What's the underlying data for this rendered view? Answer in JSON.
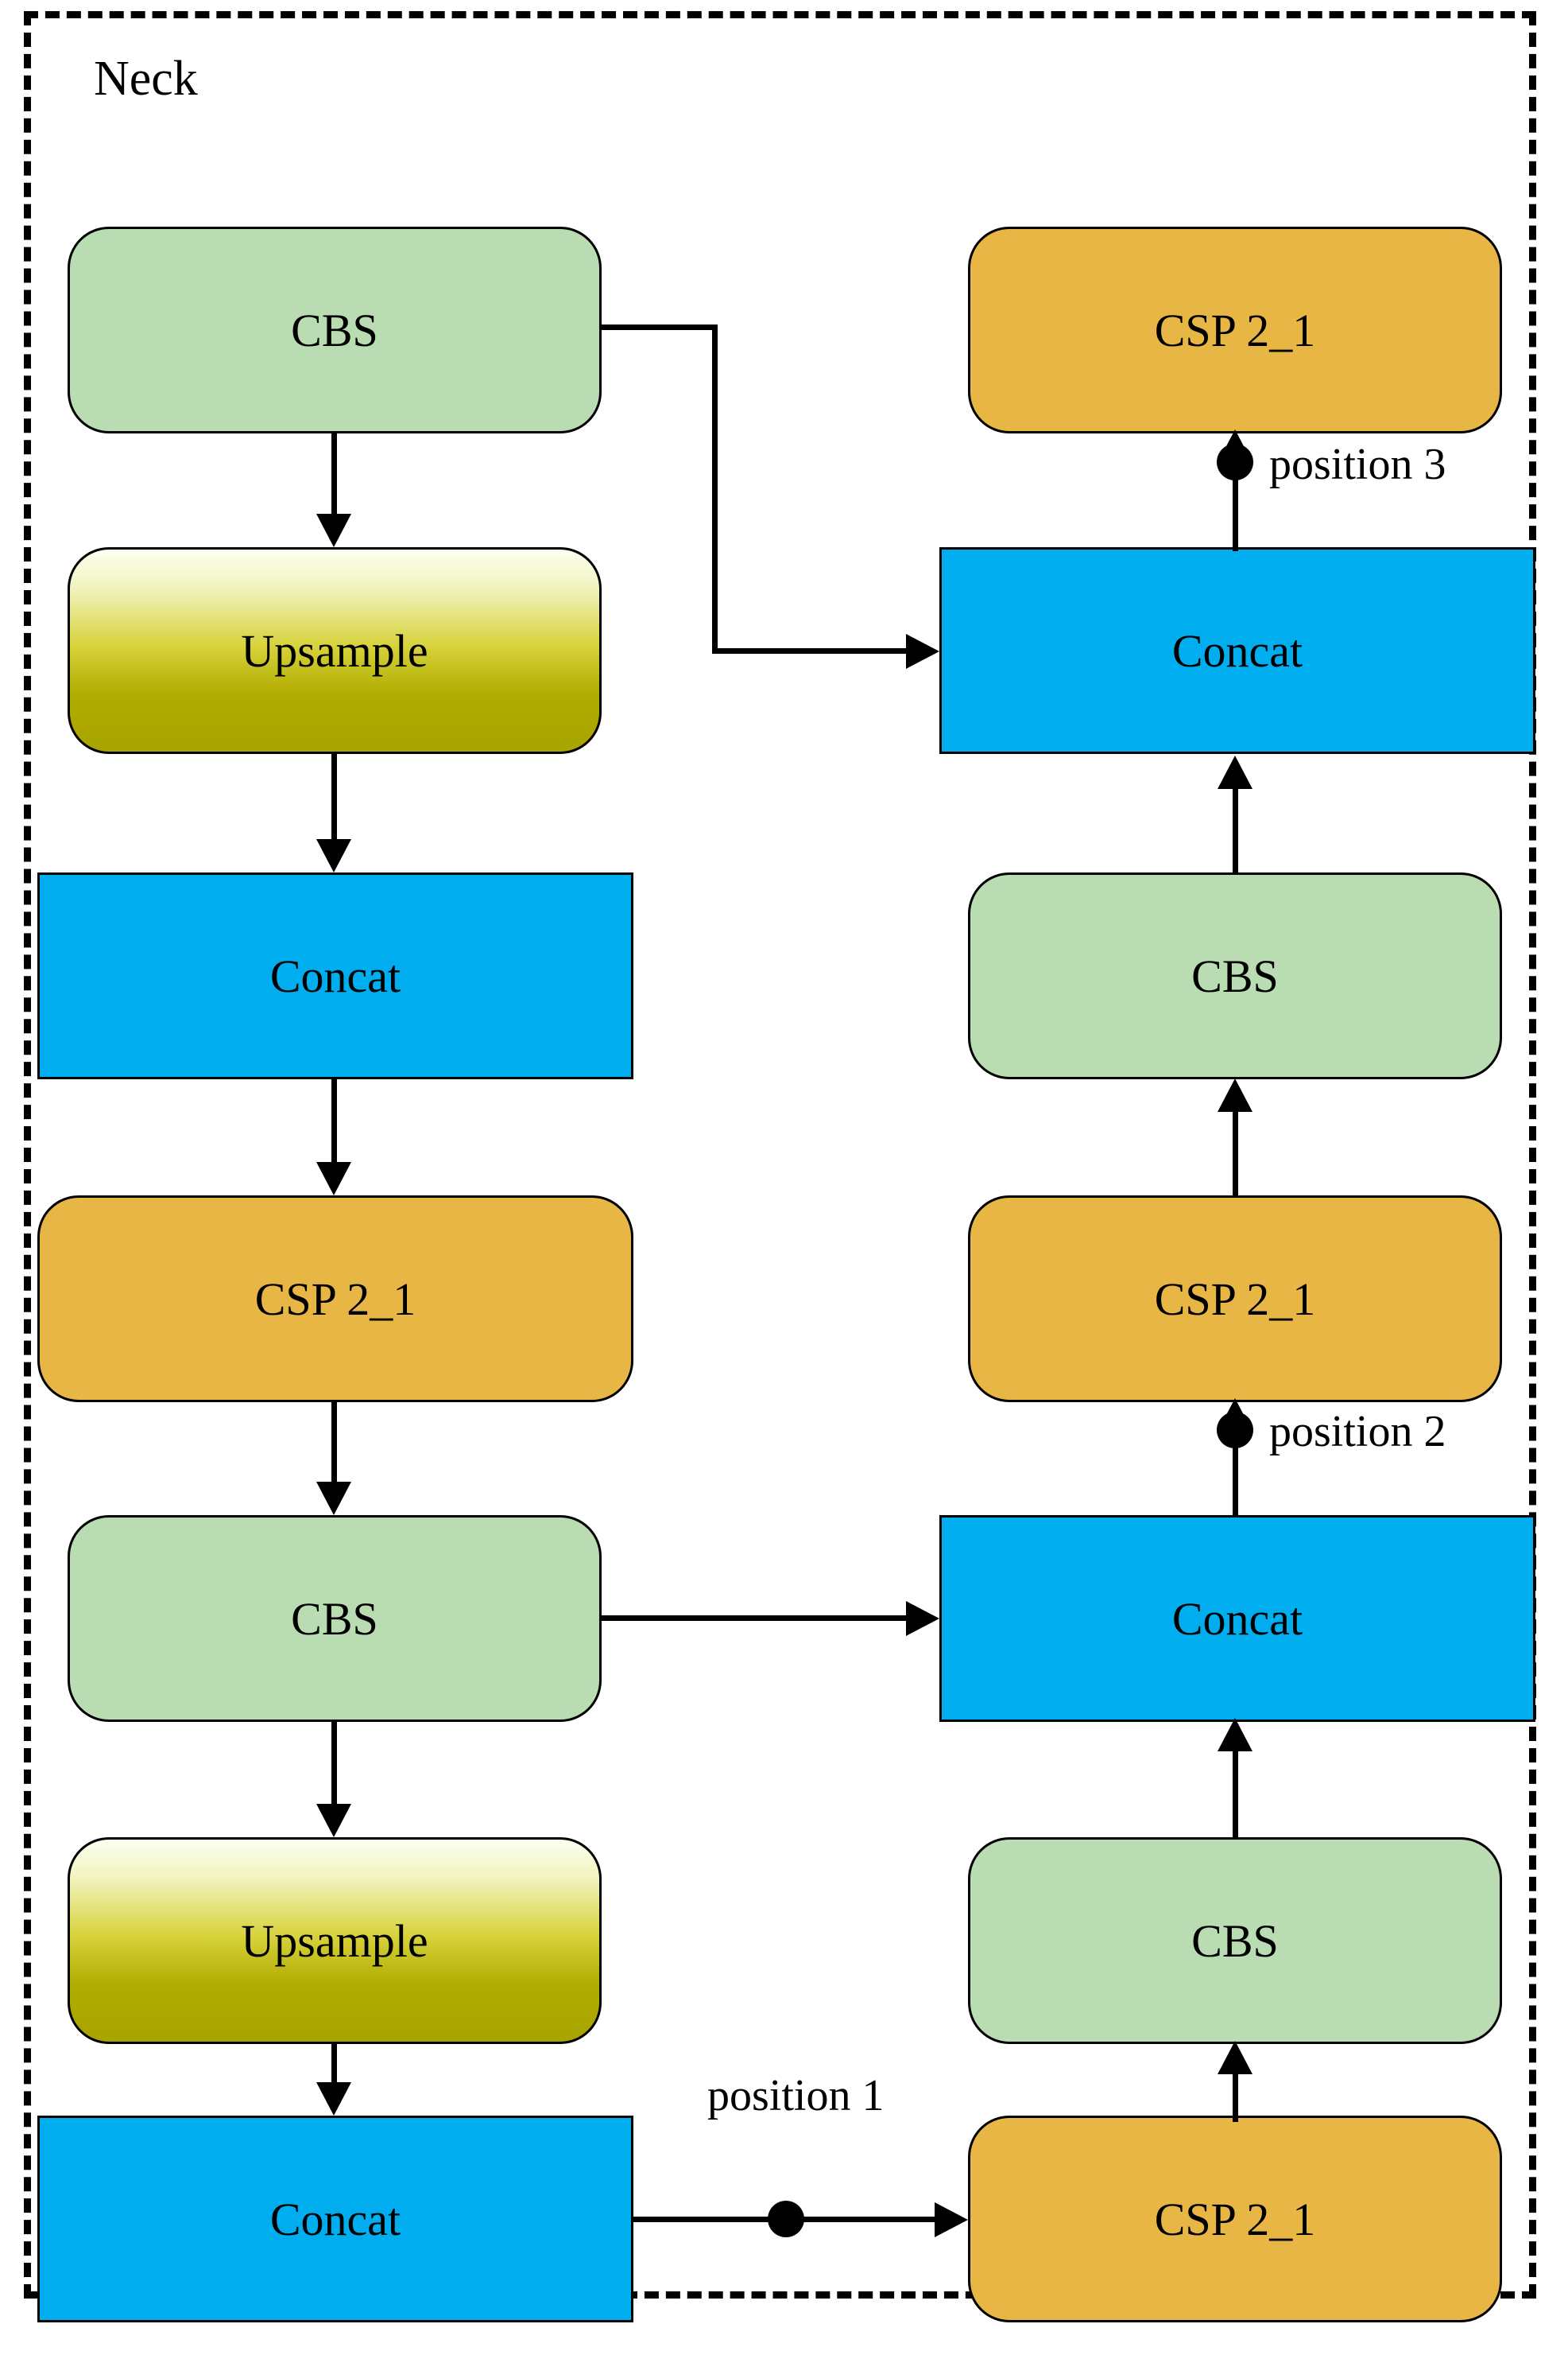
{
  "diagram": {
    "title": "Neck",
    "type": "neural-network-architecture-flowchart",
    "colors": {
      "cbs": "#b9dcb2",
      "csp": "#e8b645",
      "concat": "#00aeef",
      "upsample_top": "#fcfff0",
      "upsample_bottom": "#a8a400",
      "outline": "#000000",
      "background": "#ffffff"
    },
    "left_column": [
      {
        "id": "l-cbs-1",
        "label": "CBS",
        "kind": "cbs"
      },
      {
        "id": "l-upsample-1",
        "label": "Upsample",
        "kind": "upsample"
      },
      {
        "id": "l-concat-1",
        "label": "Concat",
        "kind": "concat"
      },
      {
        "id": "l-csp-1",
        "label": "CSP 2_1",
        "kind": "csp"
      },
      {
        "id": "l-cbs-2",
        "label": "CBS",
        "kind": "cbs"
      },
      {
        "id": "l-upsample-2",
        "label": "Upsample",
        "kind": "upsample"
      },
      {
        "id": "l-concat-2",
        "label": "Concat",
        "kind": "concat"
      }
    ],
    "right_column": [
      {
        "id": "r-csp-1",
        "label": "CSP 2_1",
        "kind": "csp"
      },
      {
        "id": "r-concat-1",
        "label": "Concat",
        "kind": "concat"
      },
      {
        "id": "r-cbs-1",
        "label": "CBS",
        "kind": "cbs"
      },
      {
        "id": "r-csp-2",
        "label": "CSP 2_1",
        "kind": "csp"
      },
      {
        "id": "r-concat-2",
        "label": "Concat",
        "kind": "concat"
      },
      {
        "id": "r-cbs-2",
        "label": "CBS",
        "kind": "cbs"
      },
      {
        "id": "r-csp-3",
        "label": "CSP 2_1",
        "kind": "csp"
      }
    ],
    "annotations": [
      {
        "id": "position-3",
        "label": "position 3"
      },
      {
        "id": "position-2",
        "label": "position 2"
      },
      {
        "id": "position-1",
        "label": "position 1"
      }
    ]
  }
}
